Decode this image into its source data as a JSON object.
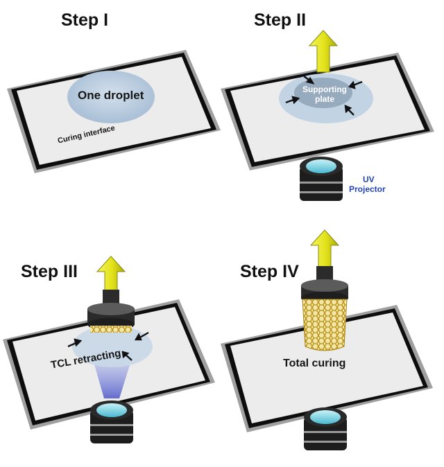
{
  "panels": [
    {
      "title": "Step I",
      "labels": {
        "droplet": "One droplet",
        "interface": "Curing interface"
      }
    },
    {
      "title": "Step II",
      "labels": {
        "plate_line1": "Supporting",
        "plate_line2": "plate",
        "uv_line1": "UV",
        "uv_line2": "Projector"
      }
    },
    {
      "title": "Step III",
      "labels": {
        "tcl": "TCL retracting"
      }
    },
    {
      "title": "Step IV",
      "labels": {
        "curing": "Total curing"
      }
    }
  ],
  "colors": {
    "frame_outer": "#9a9a9a",
    "frame_black": "#0d0d0d",
    "surface": "#ececec",
    "droplet": "#b5c8dc",
    "arrow_fill": "#e5e51e",
    "arrow_edge": "#8a8a10",
    "projector_body": "#202020",
    "projector_lens": "#7dd6e6",
    "lattice": "#c9a628",
    "uv_text": "#2343b4"
  }
}
